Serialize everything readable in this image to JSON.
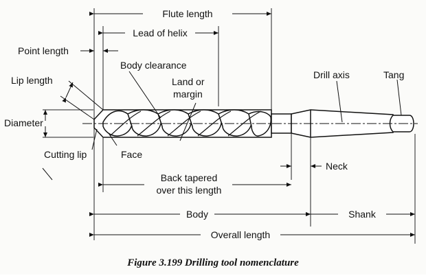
{
  "figure": {
    "caption": "Figure 3.199 Drilling tool nomenclature"
  },
  "labels": {
    "flute_length": "Flute length",
    "lead_of_helix": "Lead of helix",
    "point_length": "Point length",
    "lip_length": "Lip length",
    "body_clearance": "Body clearance",
    "land_or_margin_line1": "Land or",
    "land_or_margin_line2": "margin",
    "drill_axis": "Drill axis",
    "tang": "Tang",
    "diameter": "Diameter",
    "cutting_lip": "Cutting lip",
    "face": "Face",
    "neck": "Neck",
    "back_tapered_line1": "Back tapered",
    "back_tapered_line2": "over this length",
    "body": "Body",
    "shank": "Shank",
    "overall_length": "Overall length"
  }
}
